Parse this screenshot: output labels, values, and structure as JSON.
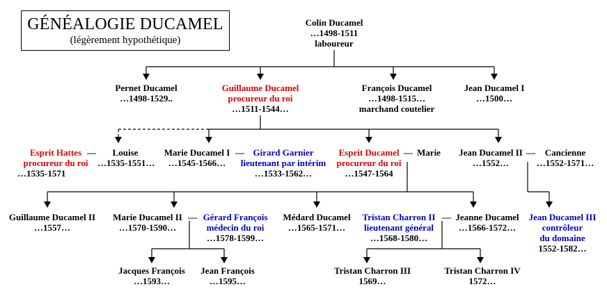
{
  "title": {
    "main": "GÉNÉALOGIE DUCAMEL",
    "sub": "(légèrement hypothétique)"
  },
  "colors": {
    "text": "#000000",
    "red": "#e00000",
    "blue": "#0000c8"
  },
  "people": {
    "colin": [
      "Colin Ducamel",
      "…1498-1511",
      "laboureur"
    ],
    "pernet": [
      "Pernet Ducamel",
      "…1498-1529.."
    ],
    "guillaume": [
      "Guillaume Ducamel",
      "procureur du roi",
      "…1511-1544…"
    ],
    "francois": [
      "François Ducamel",
      "…1498-1515…",
      "marchand coutelier"
    ],
    "jean1": [
      "Jean Ducamel I",
      "…1500…"
    ],
    "esprit_hattes": [
      "Esprit Hattes",
      "procureur du roi",
      "…1535-1571"
    ],
    "louise": [
      "Louise",
      "…1535-1551…"
    ],
    "marie1": [
      "Marie Ducamel I",
      "…1545-1566…"
    ],
    "girard": [
      "Girard Garnier",
      "lieutenant par intérim",
      "…1533-1562…"
    ],
    "esprit_ducamel": [
      "Esprit Ducamel",
      "procureur du roi",
      "…1547-1564"
    ],
    "marie": [
      "Marie"
    ],
    "jean2": [
      "Jean Ducamel II",
      "…1552…"
    ],
    "cancienne": [
      "Cancienne",
      "…1552-1571…"
    ],
    "guillaume2": [
      "Guillaume Ducamel II",
      "…1557…"
    ],
    "marie2": [
      "Marie Ducamel II",
      "…1570-1590…"
    ],
    "gerard": [
      "Gérard François",
      "médecin du roi",
      "…1578-1599…"
    ],
    "medard": [
      "Médard Ducamel",
      "…1565-1571…"
    ],
    "tristan2": [
      "Tristan Charron II",
      "lieutenant général",
      "…1568-1580…"
    ],
    "jeanne": [
      "Jeanne Ducamel",
      "…1566-1572…"
    ],
    "jean3": [
      "Jean Ducamel III",
      "contrôleur",
      "du domaine",
      "1552-1582…"
    ],
    "jacques": [
      "Jacques François",
      "…1593…"
    ],
    "jeanf": [
      "Jean François",
      "…1595…"
    ],
    "tristan3": [
      "Tristan Charron III",
      "1569…"
    ],
    "tristan4": [
      "Tristan Charron IV",
      "1572…"
    ]
  },
  "marriage_dash": "—"
}
